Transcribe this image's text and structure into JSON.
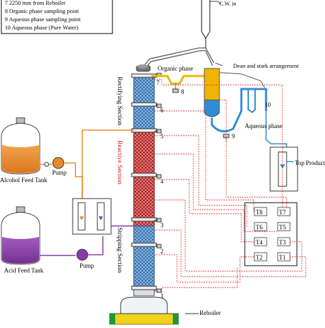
{
  "legend": {
    "lines": [
      "7  2250 mm from Reboiler",
      "8  Organic phase sampling point",
      "9  Aqueous phase sampling point",
      "10 Aqueous phase (Pure Water)"
    ]
  },
  "top_label": "C.W. in",
  "labels": {
    "organic_phase": "Organic phase",
    "dean_stark": "Dean and stark arrangement",
    "aqueous_phase": "Aqueous phase",
    "top_product": "Top Product",
    "alcohol_tank": "Alcohol Feed Tank",
    "acid_tank": "Acid Feed Tank",
    "pump_top": "Pump",
    "pump_bottom": "Pump",
    "rectifying": "Rectifying Section",
    "reactive": "Reactive Section",
    "stripping": "Stripping Section",
    "reboiler": "Reboiler"
  },
  "sample_numbers": [
    "7",
    "6",
    "5",
    "4",
    "3",
    "2",
    "1",
    "8",
    "9",
    "10"
  ],
  "panel": {
    "rows": [
      [
        "T8",
        "T7"
      ],
      [
        "T6",
        "T5"
      ],
      [
        "T4",
        "T3"
      ],
      [
        "T2",
        "T1"
      ]
    ]
  },
  "colors": {
    "organic": "#f0b400",
    "aqueous": "#2f8bd6",
    "feed_alcohol": "#e8892a",
    "feed_acid": "#8b3aa8",
    "reactive_section": "#b01c1c",
    "column_blue": "#2f6fae",
    "thermocouple": "#e03030",
    "reboiler_liquid": "#f2d21a"
  }
}
